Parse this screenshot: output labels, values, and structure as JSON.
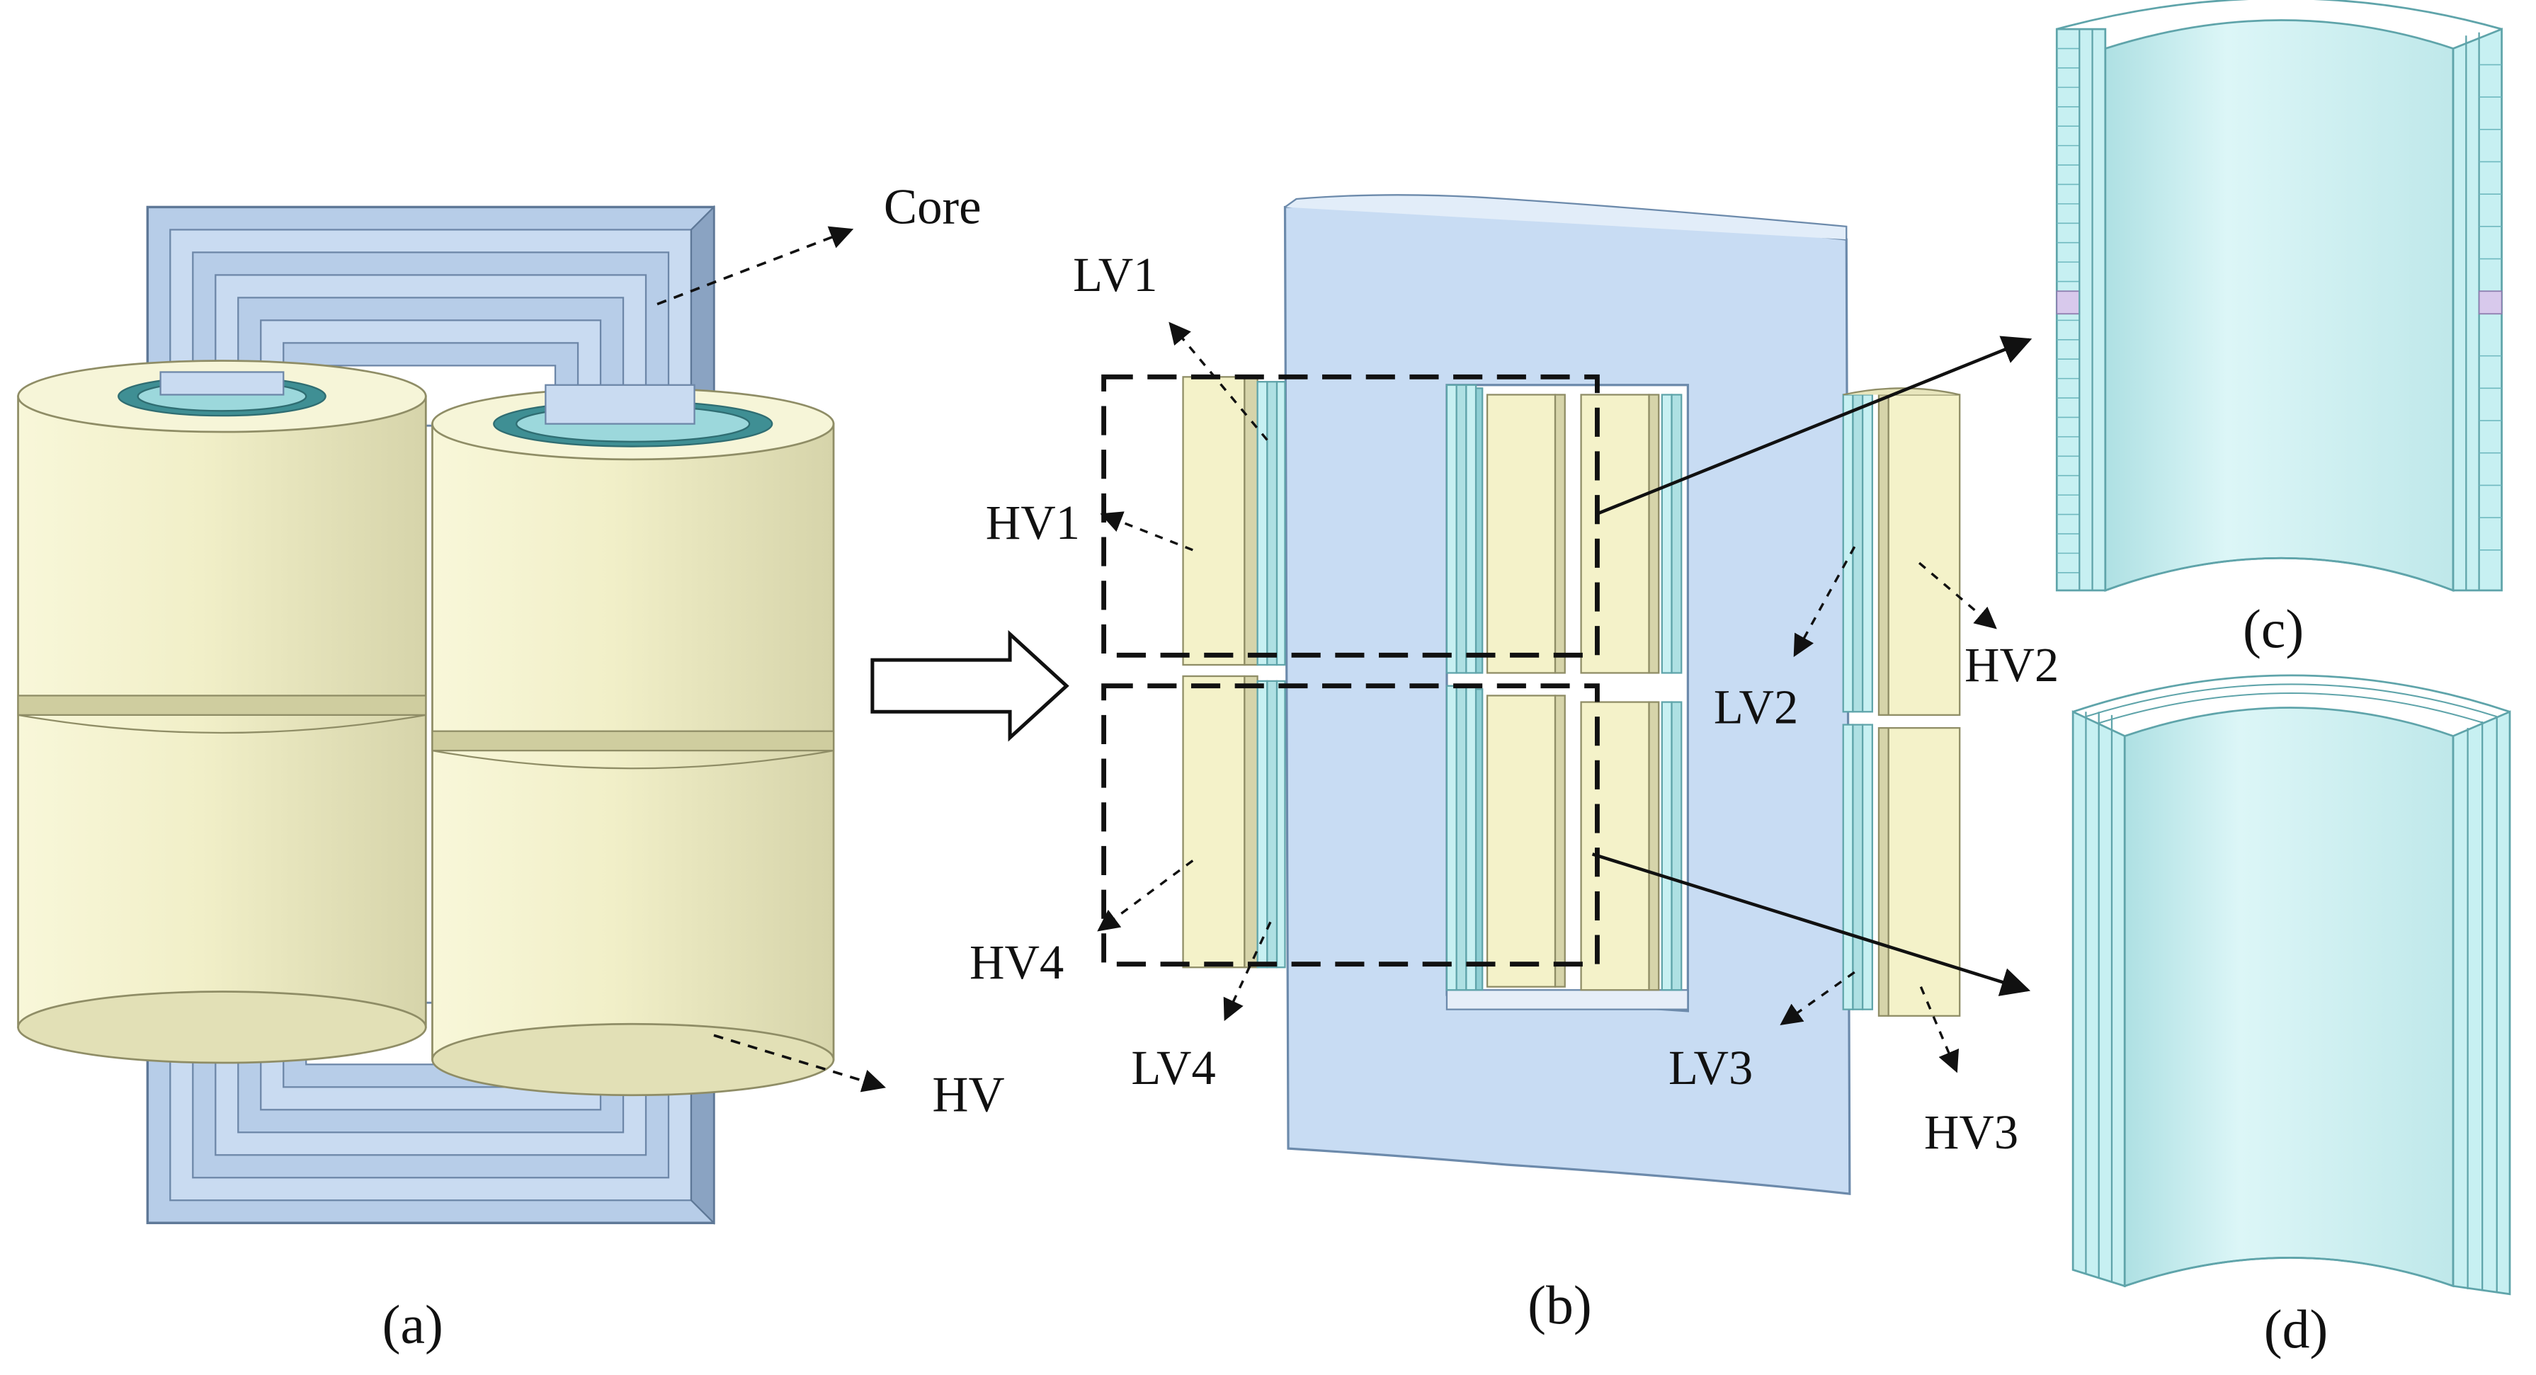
{
  "panels": {
    "a": "(a)",
    "b": "(b)",
    "c": "(c)",
    "d": "(d)"
  },
  "labels": {
    "core": "Core",
    "hv": "HV",
    "lv1": "LV1",
    "hv1": "HV1",
    "lv2": "LV2",
    "hv2": "HV2",
    "lv3": "LV3",
    "hv3": "HV3",
    "lv4": "LV4",
    "hv4": "HV4"
  },
  "colors": {
    "core": "#c5d9ef",
    "core_dark": "#7e98b8",
    "winding": "#f4f2c9",
    "winding_dark": "#b7b58c",
    "lv_foil": "#c7f0f2",
    "lv_foil_dark": "#6fb9bf",
    "sheet": "#c8dcf3"
  }
}
